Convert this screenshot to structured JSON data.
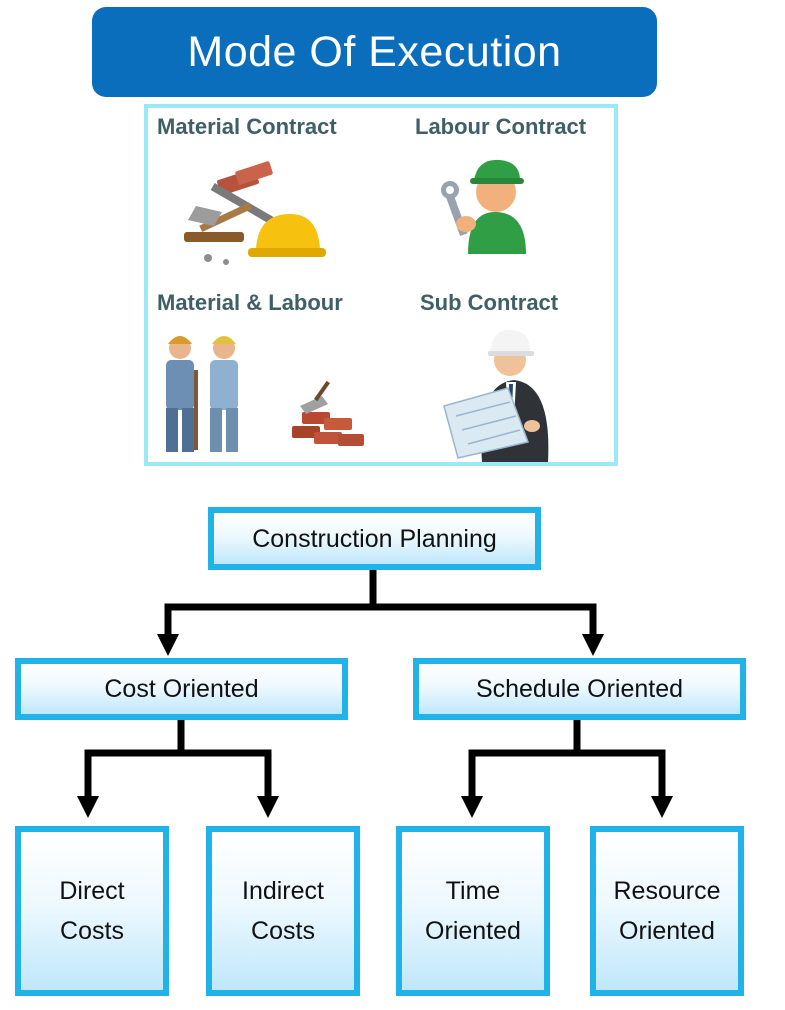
{
  "title": "Mode Of Execution",
  "modes": {
    "material_contract": "Material Contract",
    "labour_contract": "Labour Contract",
    "material_labour": "Material & Labour",
    "sub_contract": "Sub Contract"
  },
  "chart": {
    "root": "Construction Planning",
    "cost": {
      "label": "Cost Oriented",
      "direct": [
        "Direct",
        "Costs"
      ],
      "indirect": [
        "Indirect",
        "Costs"
      ]
    },
    "schedule": {
      "label": "Schedule Oriented",
      "time": [
        "Time",
        "Oriented"
      ],
      "resource": [
        "Resource",
        "Oriented"
      ]
    }
  },
  "colors": {
    "title_bg": "#0a6ebd",
    "box_border": "#21b3e8",
    "panel_border": "#9ae9f7",
    "connector": "#000000"
  },
  "icons": {
    "material_contract": "tools-and-hard-hat-illustration",
    "labour_contract": "worker-with-wrench-illustration",
    "material_labour": "workers-and-bricks-illustration",
    "sub_contract": "engineer-with-blueprint-illustration"
  }
}
